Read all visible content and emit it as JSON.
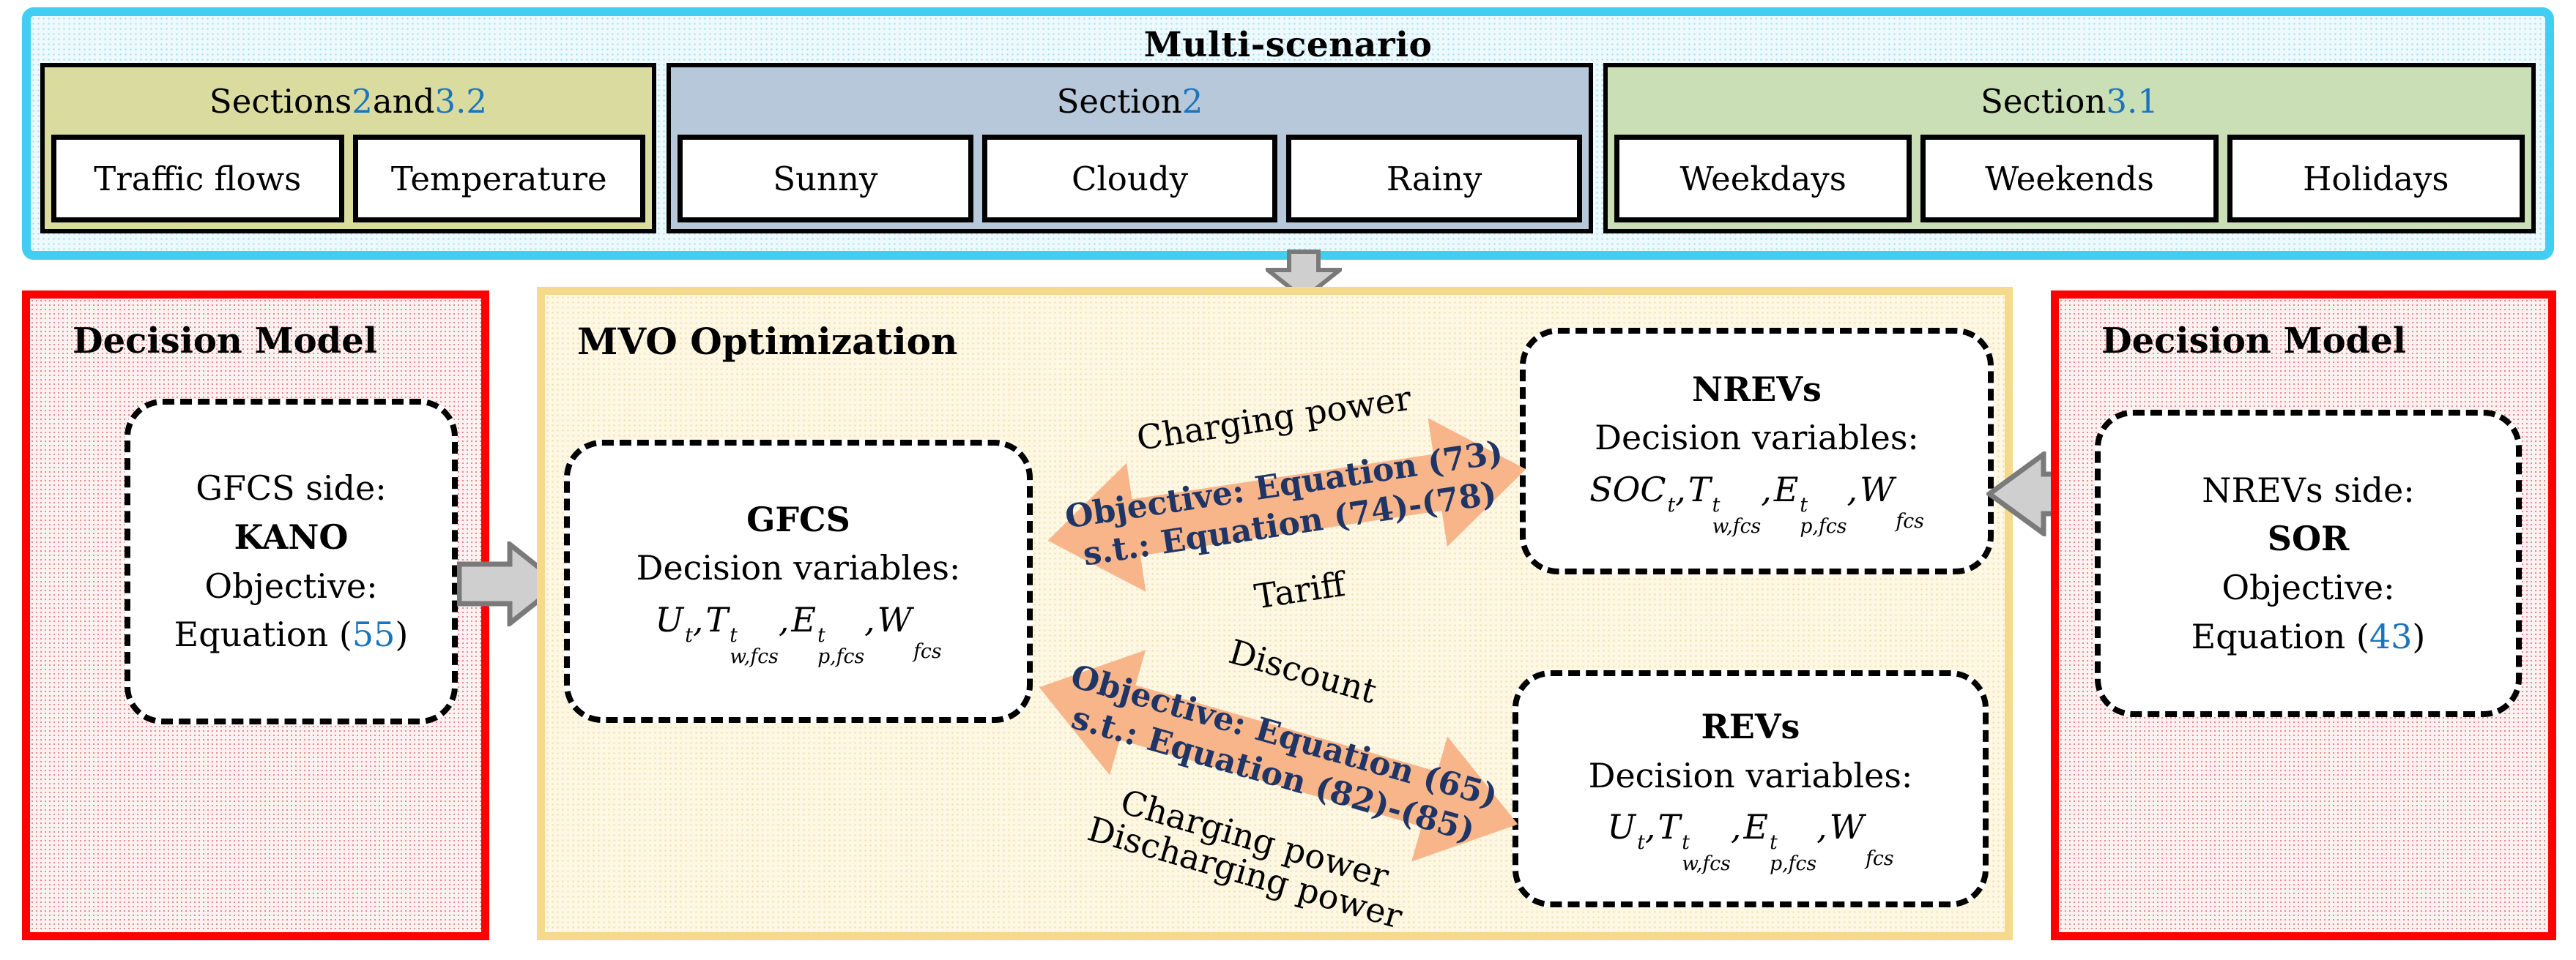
{
  "colors": {
    "band_border": "#42cdf2",
    "band_fill": "#eef9fd",
    "group1_fill": "#d9dc9e",
    "group2_fill": "#b7c8da",
    "group3_fill": "#cbdfb7",
    "red_panel_border": "#ff0000",
    "red_panel_fill": "#fdf1f1",
    "mvo_border": "#f5d98c",
    "mvo_fill": "#fdf7e3",
    "orange_arrow": "#f8b58a",
    "gray_arrow_fill": "#c9c9c9",
    "gray_arrow_border": "#7a7a7a",
    "navy_text": "#1f3566",
    "link_blue": "#1b75bc"
  },
  "top_band": {
    "title": "Multi-scenario",
    "groups": [
      {
        "header": [
          {
            "t": "Sections "
          },
          {
            "t": "2",
            "c": "link"
          },
          {
            "t": " and "
          },
          {
            "t": "3.2",
            "c": "link"
          }
        ],
        "items": [
          "Traffic flows",
          "Temperature"
        ]
      },
      {
        "header": [
          {
            "t": "Section "
          },
          {
            "t": "2",
            "c": "link"
          }
        ],
        "items": [
          "Sunny",
          "Cloudy",
          "Rainy"
        ]
      },
      {
        "header": [
          {
            "t": "Section "
          },
          {
            "t": "3.1",
            "c": "link"
          }
        ],
        "items": [
          "Weekdays",
          "Weekends",
          "Holidays"
        ]
      }
    ]
  },
  "left_model": {
    "title": "Decision Model",
    "side": "GFCS side:",
    "method": "KANO",
    "objective": "Objective:",
    "equation": [
      {
        "t": "Equation ("
      },
      {
        "t": "55",
        "c": "link"
      },
      {
        "t": ")"
      }
    ]
  },
  "right_model": {
    "title": "Decision Model",
    "side": "NREVs side:",
    "method": "SOR",
    "objective": "Objective:",
    "equation": [
      {
        "t": "Equation ("
      },
      {
        "t": "43",
        "c": "link"
      },
      {
        "t": ")"
      }
    ]
  },
  "mvo": {
    "title": "MVO Optimization",
    "gfcs": {
      "name": "GFCS",
      "subtitle": "Decision variables:",
      "vars": [
        {
          "b": "U",
          "sup": "t"
        },
        {
          "b": "T",
          "sup": "t",
          "sub": "w,fcs"
        },
        {
          "b": "E",
          "sup": "t",
          "sub": "p,fcs"
        },
        {
          "b": "W",
          "sub": "fcs"
        }
      ]
    },
    "nrevs": {
      "name": "NREVs",
      "subtitle": "Decision variables:",
      "vars": [
        {
          "b": "SOC",
          "sup": "t"
        },
        {
          "b": "T",
          "sup": "t",
          "sub": "w,fcs"
        },
        {
          "b": "E",
          "sup": "t",
          "sub": "p,fcs"
        },
        {
          "b": "W",
          "sub": "fcs"
        }
      ]
    },
    "revs": {
      "name": "REVs",
      "subtitle": "Decision variables:",
      "vars": [
        {
          "b": "U",
          "sup": "t"
        },
        {
          "b": "T",
          "sup": "t",
          "sub": "w,fcs"
        },
        {
          "b": "E",
          "sup": "t",
          "sub": "p,fcs"
        },
        {
          "b": "W",
          "sub": "fcs"
        }
      ]
    },
    "arrow_top": {
      "label_above": "Charging power",
      "line1": "Objective: Equation (73)",
      "line2": "s.t.: Equation (74)-(78)",
      "label_below": "Tariff"
    },
    "arrow_bottom": {
      "label_above": "Discount",
      "line1": "Objective: Equation (65)",
      "line2": "s.t.: Equation (82)-(85)",
      "label_below1": "Charging power",
      "label_below2": "Discharging power"
    }
  }
}
